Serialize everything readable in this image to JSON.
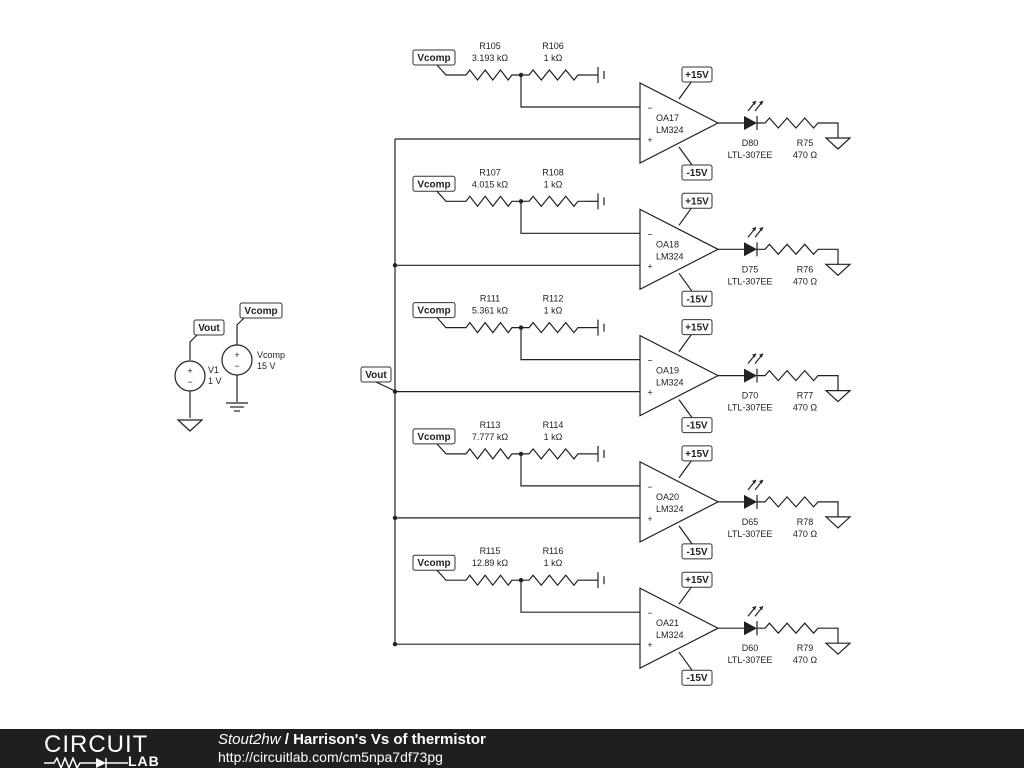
{
  "schematic": {
    "sources": {
      "vout_tag": "Vout",
      "vcomp_tag": "Vcomp",
      "v1": {
        "name": "V1",
        "value": "1 V"
      },
      "vcomp": {
        "name": "Vcomp",
        "value": "15 V"
      }
    },
    "vout_bus_tag": "Vout",
    "stages": [
      {
        "vcomp_tag": "Vcomp",
        "r_top": {
          "name": "R105",
          "value": "3.193 kΩ"
        },
        "r_ref": {
          "name": "R106",
          "value": "1 kΩ"
        },
        "opamp": {
          "name": "OA17",
          "part": "LM324"
        },
        "vpos": "+15V",
        "vneg": "-15V",
        "led": {
          "name": "D80",
          "part": "LTL-307EE"
        },
        "r_led": {
          "name": "R75",
          "value": "470 Ω"
        }
      },
      {
        "vcomp_tag": "Vcomp",
        "r_top": {
          "name": "R107",
          "value": "4.015 kΩ"
        },
        "r_ref": {
          "name": "R108",
          "value": "1 kΩ"
        },
        "opamp": {
          "name": "OA18",
          "part": "LM324"
        },
        "vpos": "+15V",
        "vneg": "-15V",
        "led": {
          "name": "D75",
          "part": "LTL-307EE"
        },
        "r_led": {
          "name": "R76",
          "value": "470 Ω"
        }
      },
      {
        "vcomp_tag": "Vcomp",
        "r_top": {
          "name": "R111",
          "value": "5.361 kΩ"
        },
        "r_ref": {
          "name": "R112",
          "value": "1 kΩ"
        },
        "opamp": {
          "name": "OA19",
          "part": "LM324"
        },
        "vpos": "+15V",
        "vneg": "-15V",
        "led": {
          "name": "D70",
          "part": "LTL-307EE"
        },
        "r_led": {
          "name": "R77",
          "value": "470 Ω"
        }
      },
      {
        "vcomp_tag": "Vcomp",
        "r_top": {
          "name": "R113",
          "value": "7.777 kΩ"
        },
        "r_ref": {
          "name": "R114",
          "value": "1 kΩ"
        },
        "opamp": {
          "name": "OA20",
          "part": "LM324"
        },
        "vpos": "+15V",
        "vneg": "-15V",
        "led": {
          "name": "D65",
          "part": "LTL-307EE"
        },
        "r_led": {
          "name": "R78",
          "value": "470 Ω"
        }
      },
      {
        "vcomp_tag": "Vcomp",
        "r_top": {
          "name": "R115",
          "value": "12.89 kΩ"
        },
        "r_ref": {
          "name": "R116",
          "value": "1 kΩ"
        },
        "opamp": {
          "name": "OA21",
          "part": "LM324"
        },
        "vpos": "+15V",
        "vneg": "-15V",
        "led": {
          "name": "D60",
          "part": "LTL-307EE"
        },
        "r_led": {
          "name": "R79",
          "value": "470 Ω"
        }
      }
    ]
  },
  "footer": {
    "logo_top": "CIRCUIT",
    "logo_bottom": "LAB",
    "author": "Stout2hw",
    "separator": " / ",
    "title": "Harrison's Vs of thermistor",
    "url": "http://circuitlab.com/cm5npa7df73pg"
  },
  "colors": {
    "footer_bg": "#1f1f1f",
    "ink": "#222222",
    "led_fill": "#222222"
  }
}
